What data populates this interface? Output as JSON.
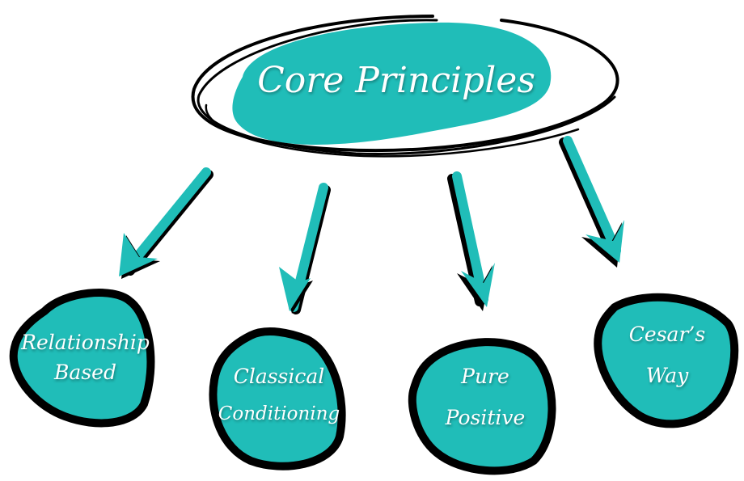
{
  "colors": {
    "teal": "#20BDB8",
    "outline": "#000000",
    "text": "#FFFFFF",
    "background": "#FFFFFF"
  },
  "title": "Core Principles",
  "nodes": [
    {
      "line1": "Relationship",
      "line2": "Based"
    },
    {
      "line1": "Classical",
      "line2": "Conditioning"
    },
    {
      "line1": "Pure",
      "line2": "Positive"
    },
    {
      "line1": "Cesar’s",
      "line2": "Way"
    }
  ]
}
